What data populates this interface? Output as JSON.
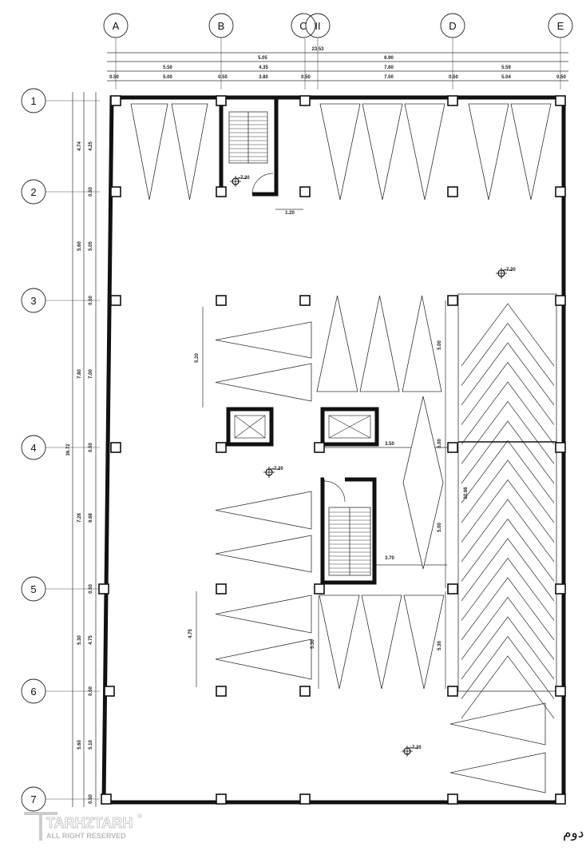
{
  "title": "پلان اندازه گذاری طبقه زیرزمین دوم",
  "logo": {
    "brand": "TARHZTARH",
    "tagline": "ALL RIGHT RESERVED",
    "mark": "®"
  },
  "grid": {
    "columns": [
      "A",
      "B",
      "C",
      "II",
      "D",
      "E"
    ],
    "rows": [
      "1",
      "2",
      "3",
      "4",
      "5",
      "6",
      "7"
    ]
  },
  "dimensions": {
    "top_total": "23.53",
    "top_row2": [
      "5.05",
      "6.90"
    ],
    "top_row3": [
      "5.50",
      "4.35",
      "7.60",
      "5.59"
    ],
    "top_row4": [
      "0.50",
      "5.00",
      "0.50",
      "3.80",
      "0.50",
      "7.00",
      "0.50",
      "5.04",
      "0.50"
    ],
    "left_total": "36.72",
    "left_outer": [
      "4.74",
      "5.60",
      "7.80",
      "7.28",
      "5.30",
      "5.60"
    ],
    "left_inner": [
      "4.25",
      "5.05",
      "7.00",
      "6.68",
      "4.75",
      "5.10"
    ],
    "left_columns": [
      "0.50",
      "0.50",
      "0.50",
      "0.50",
      "0.50",
      "0.50"
    ],
    "interior": {
      "door_width": "1.20",
      "stall_depth_left_mid": "5.20",
      "ramp_seg1": "5.00",
      "ramp_seg2": "5.00",
      "ramp_seg3": "5.00",
      "ramp_seg4": "5.30",
      "aisle_1": "3.50",
      "aisle_2": "3.70",
      "stall_depth_left_low": "4.75",
      "stall_depth_mid_low": "5.30",
      "ramp_length": "20.66"
    }
  },
  "levels": [
    "-7.20",
    "-7.20",
    "-7.20",
    "-7.20"
  ]
}
